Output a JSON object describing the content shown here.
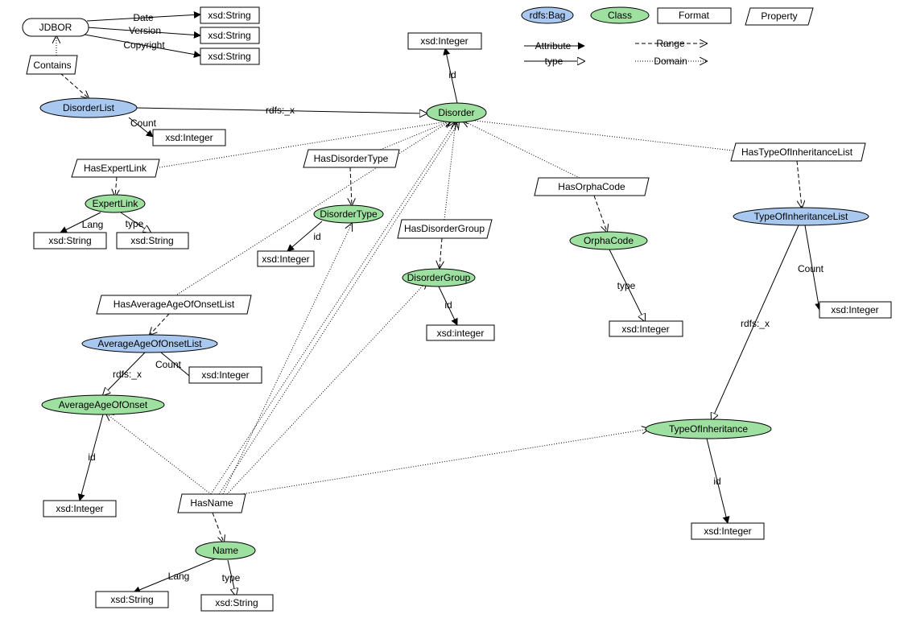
{
  "colors": {
    "bag": "#a9c8f0",
    "class": "#9ee0a0",
    "format": "#ffffff",
    "property": "#ffffff",
    "line": "#000000"
  },
  "legend": {
    "bag": "rdfs:Bag",
    "class": "Class",
    "format": "Format",
    "property": "Property",
    "attribute": "Attribute",
    "type": "type",
    "range": "Range",
    "domain": "Domain"
  },
  "nodes": {
    "jdbor": "JDBOR",
    "date_format": "xsd:String",
    "version_format": "xsd:String",
    "copyright_format": "xsd:String",
    "contains": "Contains",
    "disorder_list": "DisorderList",
    "disorder_list_count_format": "xsd:Integer",
    "disorder": "Disorder",
    "disorder_id_format": "xsd:Integer",
    "has_expert_link": "HasExpertLink",
    "expert_link": "ExpertLink",
    "expert_link_lang_format": "xsd:String",
    "expert_link_type_format": "xsd:String",
    "has_disorder_type": "HasDisorderType",
    "disorder_type": "DisorderType",
    "disorder_type_id_format": "xsd:Integer",
    "has_disorder_group": "HasDisorderGroup",
    "disorder_group": "DisorderGroup",
    "disorder_group_id_format": "xsd:integer",
    "has_orpha_code": "HasOrphaCode",
    "orpha_code": "OrphaCode",
    "orpha_code_type_format": "xsd:Integer",
    "has_type_of_inheritance_list": "HasTypeOfInheritanceList",
    "type_of_inheritance_list": "TypeOfInheritanceList",
    "type_of_inheritance_list_count_format": "xsd:Integer",
    "type_of_inheritance": "TypeOfInheritance",
    "type_of_inheritance_id_format": "xsd:Integer",
    "has_average_age_of_onset_list": "HasAverageAgeOfOnsetList",
    "average_age_of_onset_list": "AverageAgeOfOnsetList",
    "average_age_of_onset_list_count_format": "xsd:Integer",
    "average_age_of_onset": "AverageAgeOfOnset",
    "average_age_of_onset_id_format": "xsd:Integer",
    "has_name": "HasName",
    "name": "Name",
    "name_lang_format": "xsd:String",
    "name_type_format": "xsd:String"
  },
  "edge_labels": {
    "date": "Date",
    "version": "Version",
    "copyright": "Copyright",
    "disorder_list_rdfs": "rdfs:_x",
    "disorder_list_count": "Count",
    "disorder_id": "id",
    "expert_link_lang": "Lang",
    "expert_link_type": "type",
    "disorder_type_id": "id",
    "disorder_group_id": "id",
    "orpha_code_type": "type",
    "toi_list_count": "Count",
    "toi_list_rdfs": "rdfs:_x",
    "toi_id": "id",
    "aao_list_count": "Count",
    "aao_list_rdfs": "rdfs:_x",
    "aao_id": "id",
    "name_lang": "Lang",
    "name_type": "type"
  }
}
